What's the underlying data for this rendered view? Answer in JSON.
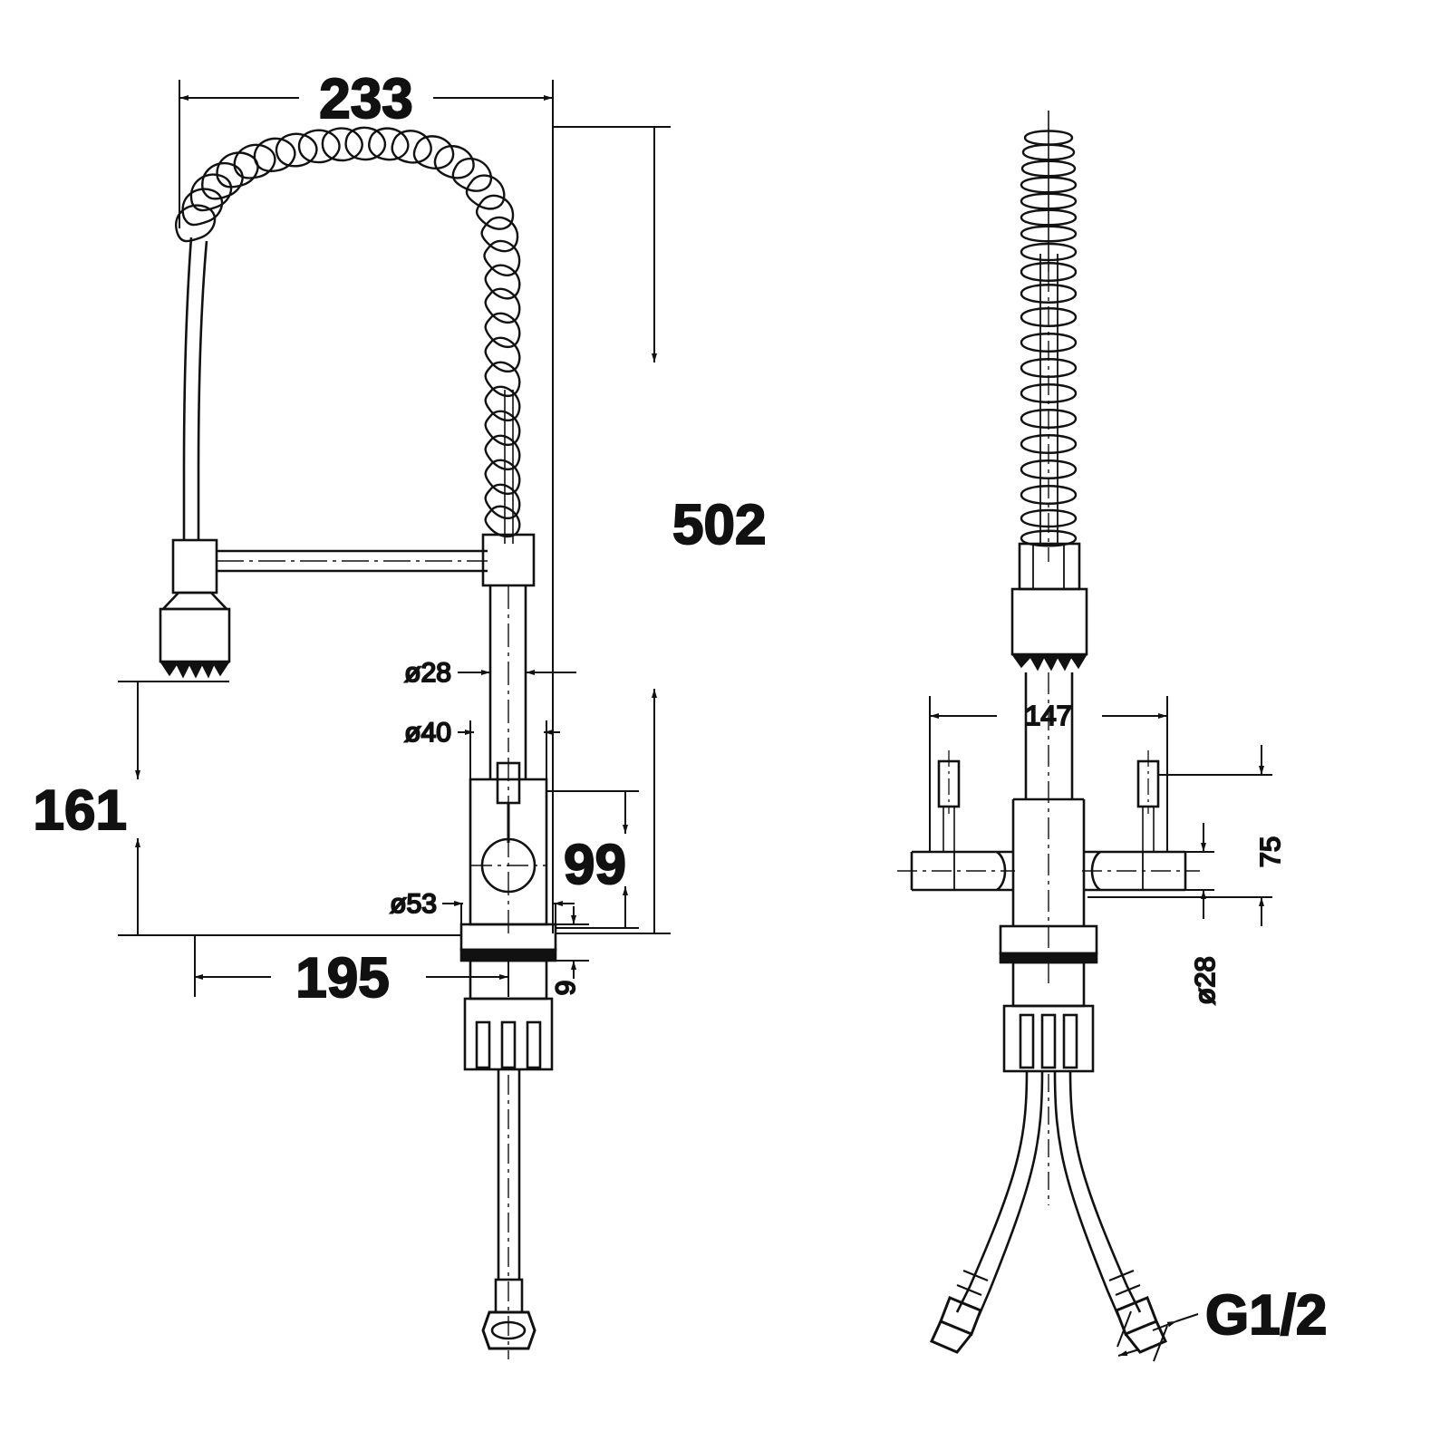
{
  "drawing": {
    "type": "engineering-dimension-drawing",
    "subject": "Pre-rinse spring kitchen mixer tap",
    "units": "mm",
    "line_color": "#111111",
    "background_color": "#ffffff",
    "views": [
      {
        "id": "side-view",
        "name": "Side elevation (left)"
      },
      {
        "id": "front-view",
        "name": "Front elevation (right)"
      }
    ]
  },
  "dimensions": {
    "side_view": [
      {
        "key": "width_233",
        "label": "233",
        "style": "bold",
        "orientation": "horizontal",
        "note": "overall spring/spout reach at top"
      },
      {
        "key": "height_502",
        "label": "502",
        "style": "bold",
        "orientation": "vertical",
        "note": "overall height above deck"
      },
      {
        "key": "height_161",
        "label": "161",
        "style": "bold",
        "orientation": "vertical",
        "note": "spray head height above deck"
      },
      {
        "key": "width_195",
        "label": "195",
        "style": "bold",
        "orientation": "horizontal",
        "note": "spout projection"
      },
      {
        "key": "height_99",
        "label": "99",
        "style": "bold",
        "orientation": "vertical",
        "note": "body height"
      },
      {
        "key": "dia_28",
        "label": "ø28",
        "style": "small",
        "orientation": "horizontal",
        "note": "column diameter"
      },
      {
        "key": "dia_40",
        "label": "ø40",
        "style": "small",
        "orientation": "horizontal",
        "note": "mid body diameter"
      },
      {
        "key": "dia_53",
        "label": "ø53",
        "style": "small",
        "orientation": "horizontal",
        "note": "base diameter"
      },
      {
        "key": "thk_9",
        "label": "9",
        "style": "small",
        "orientation": "vertical-rotated",
        "note": "deck plate thickness"
      }
    ],
    "front_view": [
      {
        "key": "width_147",
        "label": "147",
        "style": "mid",
        "orientation": "horizontal",
        "note": "handle to handle span"
      },
      {
        "key": "height_75",
        "label": "75",
        "style": "mid",
        "orientation": "vertical-rotated",
        "note": "handle height"
      },
      {
        "key": "dia_28_f",
        "label": "ø28",
        "style": "mid",
        "orientation": "vertical-rotated",
        "note": "handle spindle diameter"
      },
      {
        "key": "thread_g12",
        "label": "G1/2",
        "style": "bold",
        "orientation": "leader",
        "note": "supply hose thread callout"
      }
    ]
  },
  "callouts": {
    "g_thread": "G1/2"
  }
}
